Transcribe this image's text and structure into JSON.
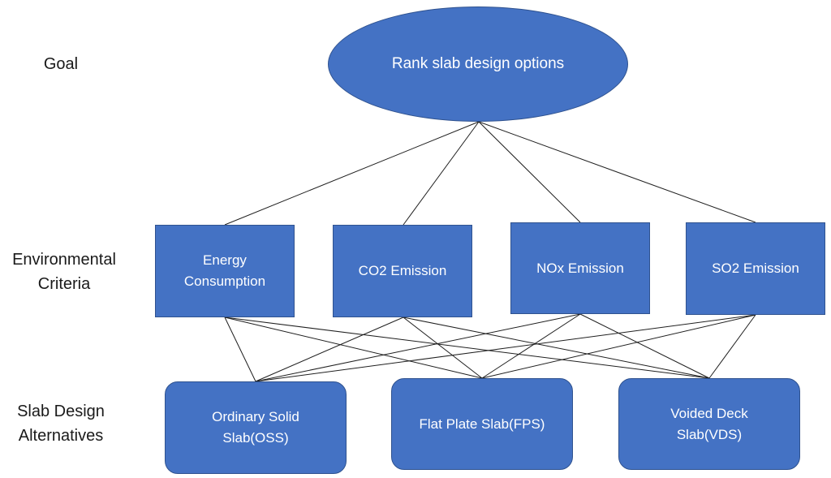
{
  "colors": {
    "node_fill": "#4472C4",
    "node_border": "#2F528F",
    "node_text": "#FFFFFF",
    "connector": "#1F1F1F"
  },
  "levels": {
    "goal": "Goal",
    "criteria": "Environmental\nCriteria",
    "alternatives": "Slab Design\nAlternatives"
  },
  "goal": {
    "label": "Rank slab design options"
  },
  "criteria": [
    {
      "label": "Energy\nConsumption"
    },
    {
      "label": "CO2 Emission"
    },
    {
      "label": "NOx Emission"
    },
    {
      "label": "SO2 Emission"
    }
  ],
  "alternatives": [
    {
      "label": "Ordinary Solid\nSlab(OSS)"
    },
    {
      "label": "Flat Plate Slab(FPS)"
    },
    {
      "label": "Voided Deck\nSlab(VDS)"
    }
  ]
}
